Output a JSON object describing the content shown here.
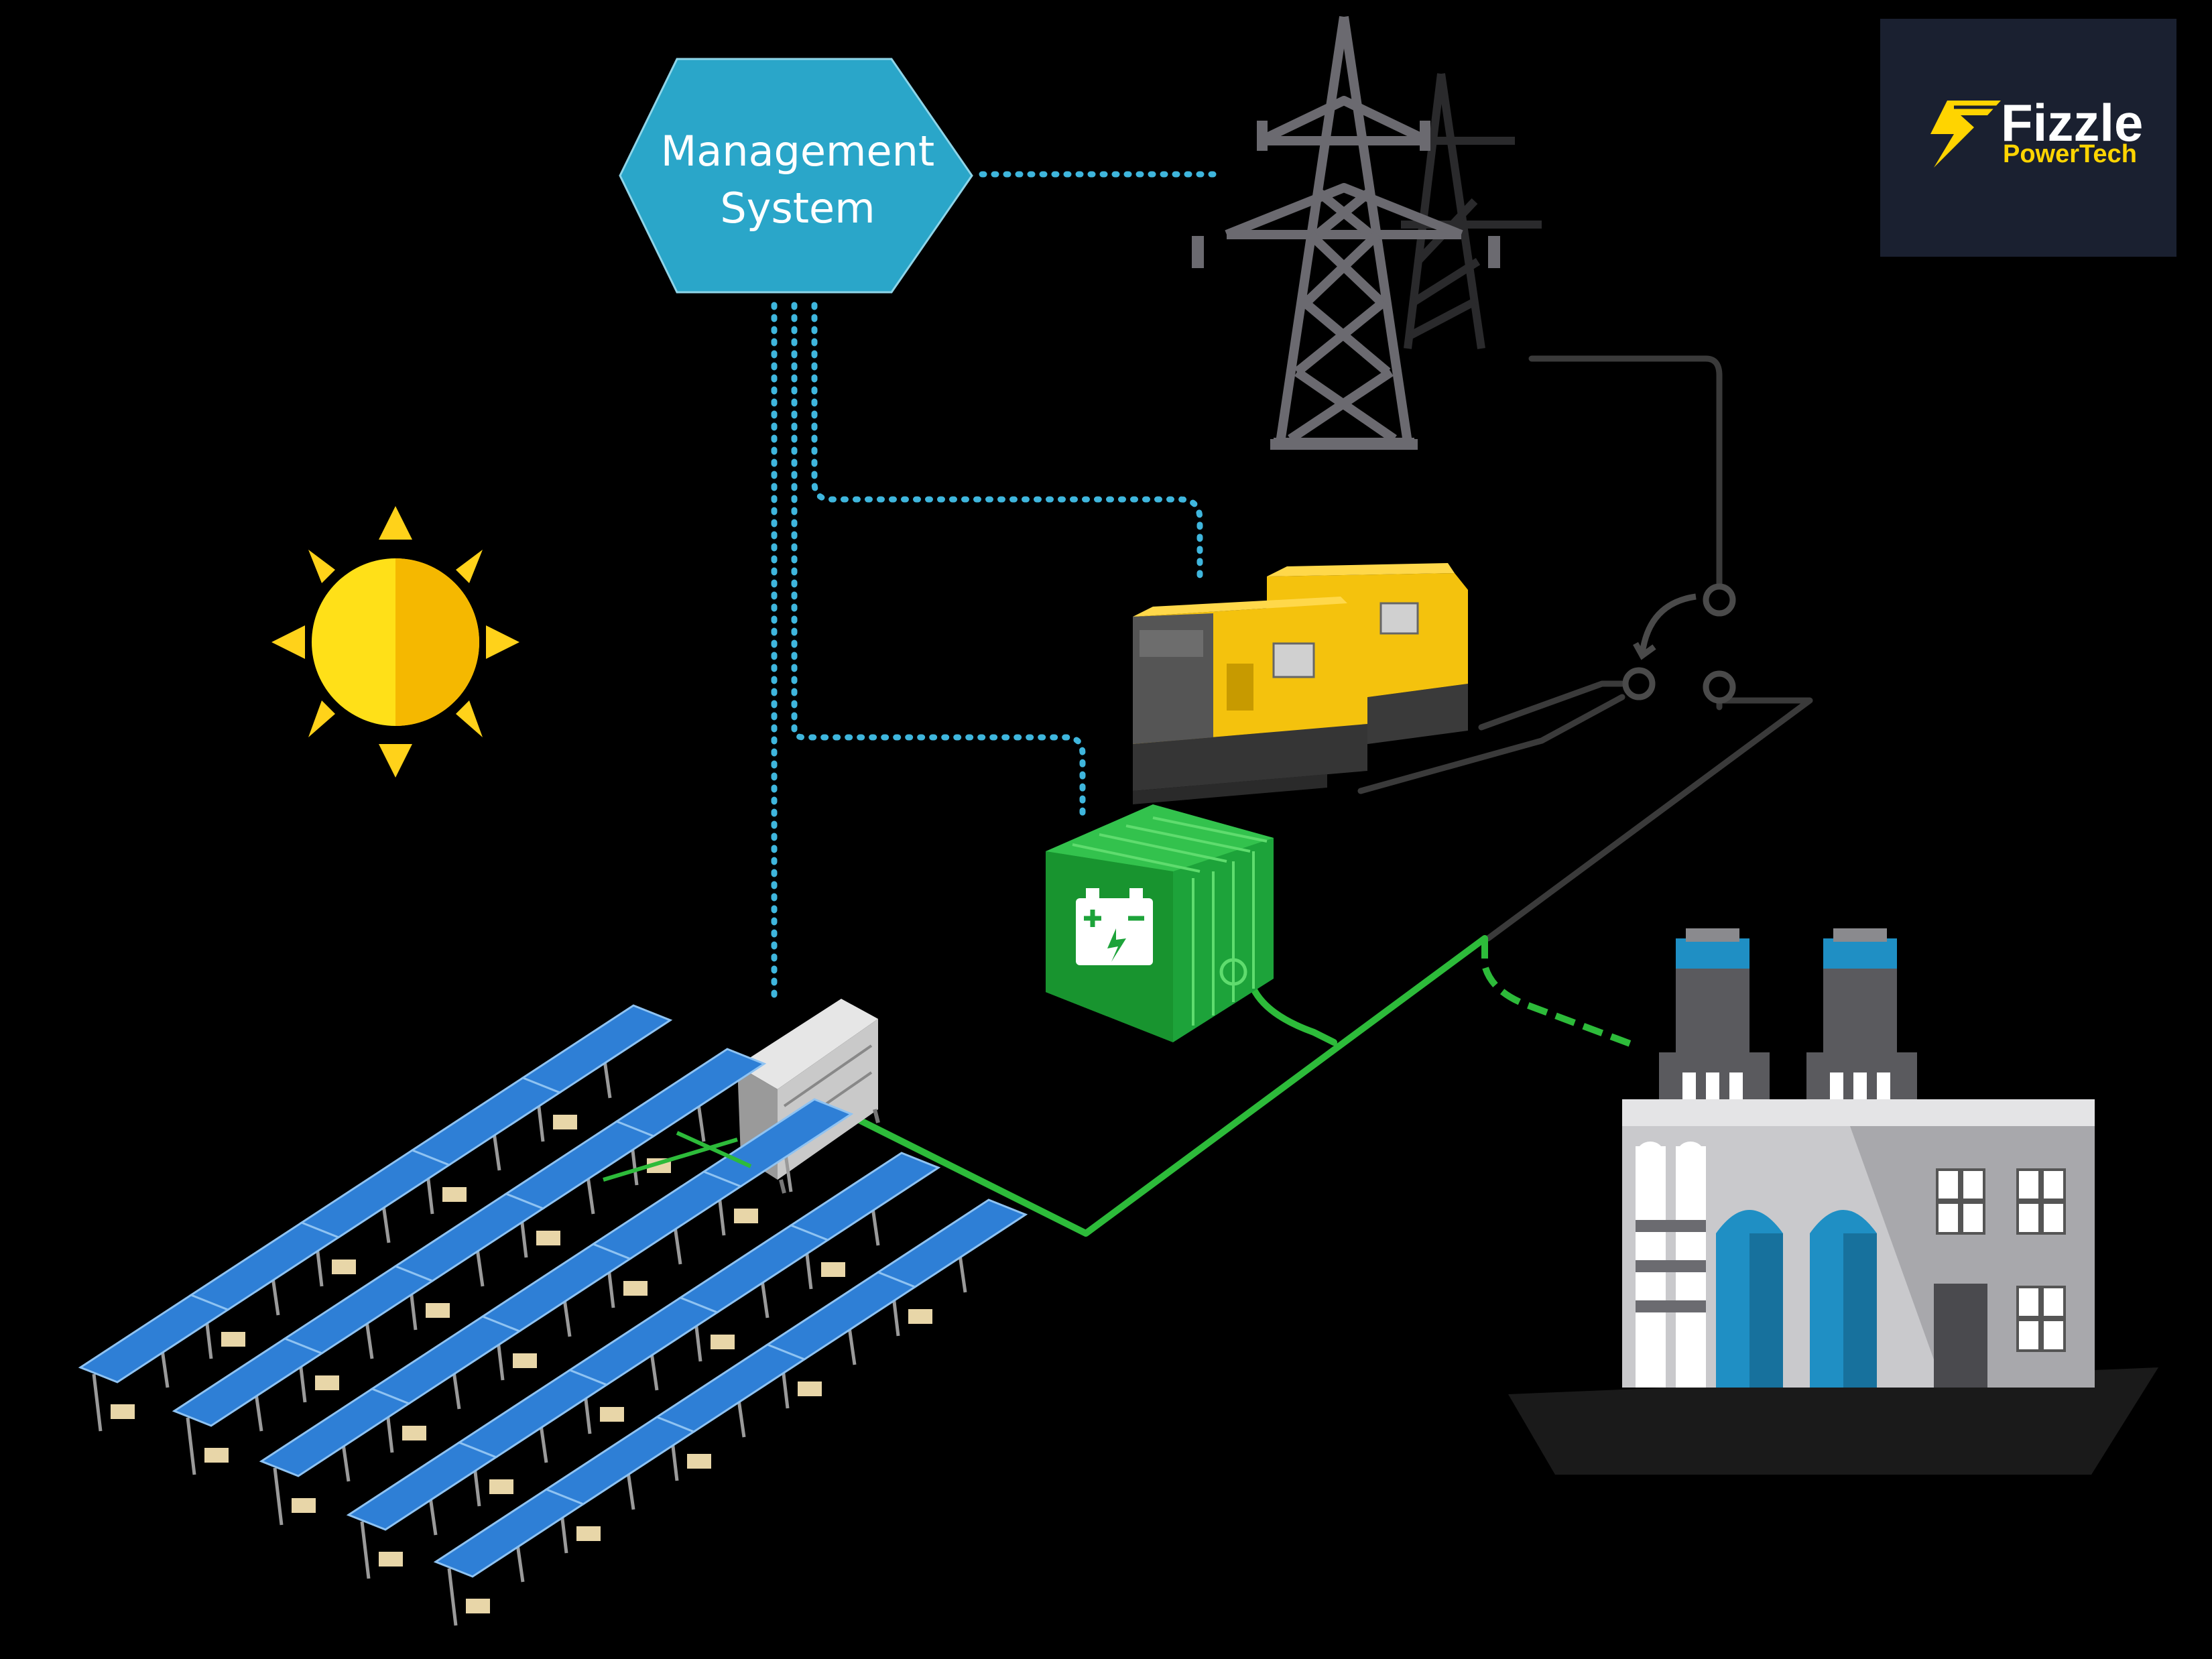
{
  "management_system": {
    "line1": "Management",
    "line2": "System",
    "color": "#2aa6c9"
  },
  "brand": {
    "name": "Fizzle",
    "tagline": "PowerTech",
    "accent": "#ffd400",
    "background": "#1a2030"
  },
  "colors": {
    "background": "#000000",
    "data_link": "#3fb6dd",
    "power_line_green": "#2dbb3a",
    "power_line_grey": "#3a3a3a",
    "pylon": "#6b6a70",
    "sun": "#ffd21a",
    "generator": "#f4c20d",
    "battery": "#1da33a",
    "solar_panel": "#2e7fd6",
    "factory_wall": "#c9c9cc",
    "factory_blue": "#1f8fc4"
  },
  "icons": {
    "sun": "sun-icon",
    "pylon": "transmission-tower-icon",
    "generators": "diesel-generator-icon",
    "battery": "battery-storage-icon",
    "inverter": "inverter-cabinet-icon",
    "solar": "solar-array-icon",
    "factory": "factory-icon",
    "switch": "transfer-switch-icon"
  }
}
